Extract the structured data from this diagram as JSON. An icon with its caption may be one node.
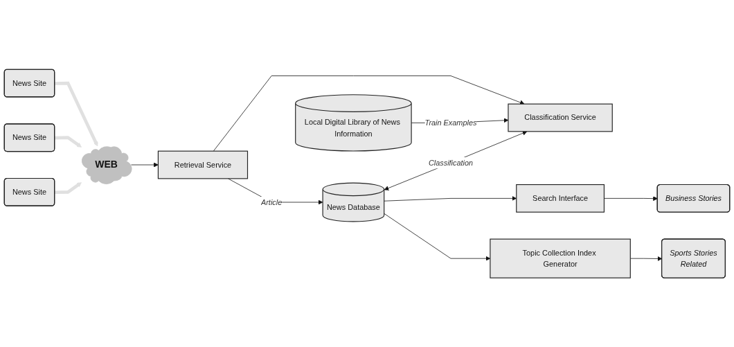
{
  "diagram": {
    "nodes": [
      {
        "text": [
          "News Site"
        ]
      },
      {
        "text": [
          "News Site"
        ]
      },
      {
        "text": [
          "News Site"
        ]
      },
      {
        "text": [
          "WEB"
        ]
      },
      {
        "text": [
          "Local Digital Library of News Information"
        ]
      },
      {
        "text": [
          "Retrieval Service"
        ]
      },
      {
        "text": [
          "Classification Service"
        ]
      },
      {
        "text": [
          "News Database"
        ]
      },
      {
        "text": [
          "Search Interface"
        ]
      },
      {
        "text": [
          "Topic Collection Index Generator"
        ]
      },
      {
        "text": [
          "Business Stories"
        ]
      },
      {
        "text": [
          "Sports Stories",
          "Related"
        ]
      }
    ],
    "edges": [
      {
        "from": 0,
        "to": 3,
        "arrow": "to",
        "style": "thick",
        "color": "#e0e0e0"
      },
      {
        "from": 1,
        "to": 3,
        "arrow": "to",
        "style": "thick",
        "color": "#e0e0e0"
      },
      {
        "from": 2,
        "to": 3,
        "arrow": "to",
        "style": "thick",
        "color": "#e0e0e0"
      },
      {
        "from": 3,
        "to": 5,
        "arrow": "to"
      },
      {
        "from": 5,
        "to": 6,
        "arrow": "to"
      },
      {
        "from": 4,
        "to": 6,
        "arrow": "to",
        "label": "Train Examples"
      },
      {
        "from": 5,
        "to": 7,
        "arrow": "to",
        "label": "Article"
      },
      {
        "from": 7,
        "to": 6,
        "arrow": "both",
        "label": "Classification"
      },
      {
        "from": 7,
        "to": 8,
        "arrow": "to"
      },
      {
        "from": 7,
        "to": 9,
        "arrow": "to"
      },
      {
        "from": 8,
        "to": 10,
        "arrow": "to"
      },
      {
        "from": 9,
        "to": 11,
        "arrow": "to"
      }
    ]
  }
}
